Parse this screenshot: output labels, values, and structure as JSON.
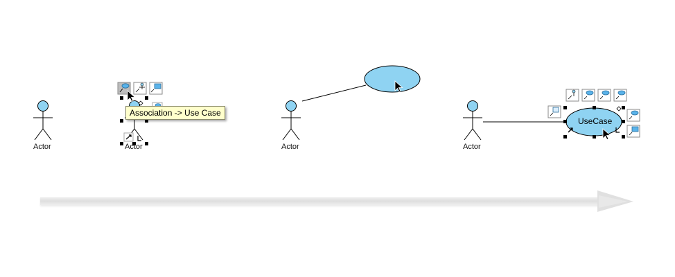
{
  "diagram": {
    "actor_label": "Actor",
    "tooltip": "Association -> Use Case",
    "usecase_label": "UseCase",
    "colors": {
      "actor_fill": "#8fd3f2",
      "usecase_fill": "#8fd3f2",
      "line": "#000000",
      "tooltip_bg": "#ffffcc",
      "arrow": "#e2e2e2"
    },
    "icons": [
      "association-usecase-icon",
      "actor-icon",
      "package-icon",
      "generalization-icon",
      "include-icon",
      "extend-icon",
      "cursor-arrow-icon",
      "selection-handle-icon"
    ]
  }
}
